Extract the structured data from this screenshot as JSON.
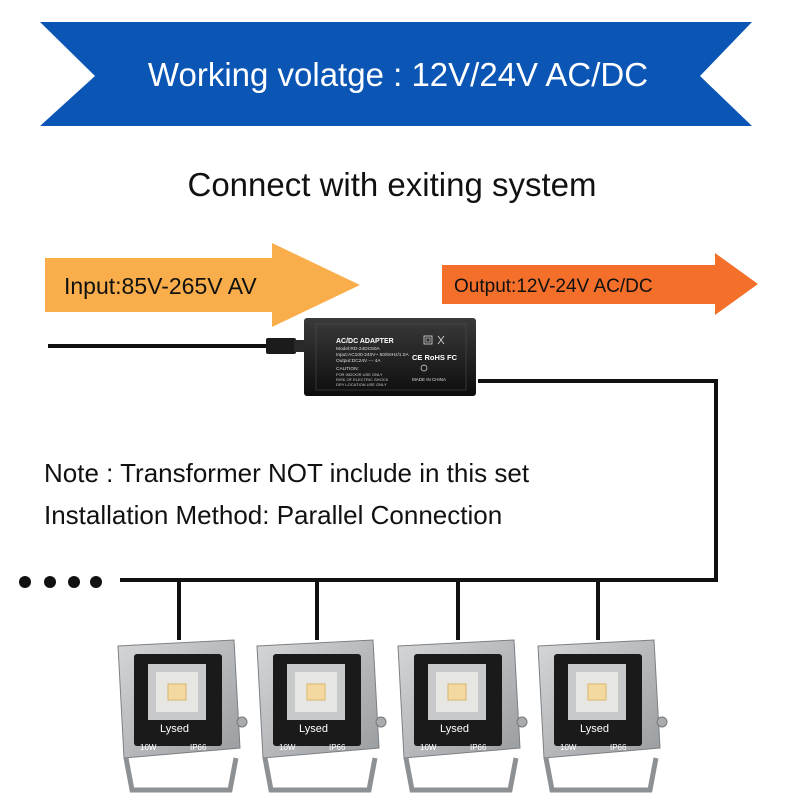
{
  "banner": {
    "text": "Working volatge : 12V/24V AC/DC",
    "color": "#0b55b4",
    "text_color": "#ffffff"
  },
  "subtitle": "Connect with exiting system",
  "input_arrow": {
    "text": "Input:85V-265V AV",
    "color": "#f9ae4b"
  },
  "output_arrow": {
    "text": "Output:12V-24V AC/DC",
    "color": "#f36f2a"
  },
  "adapter": {
    "lines": [
      "AC/DC ADAPTER",
      "Model:RD-24DC60A",
      "Input:AC100-240V~ 50/60Hz/1.0A",
      "Output:DC24V --- 4A",
      "CAUTION:",
      "FOR INDOOR USE ONLY",
      "RISK OF ELECTRIC SHOCK",
      "DRY LOCATION USE ONLY"
    ],
    "marks": "CE RoHS FC",
    "made_in": "MADE IN CHINA"
  },
  "notes": {
    "line1": "Note : Transformer NOT include in this set",
    "line2": "Installation Method: Parallel Connection"
  },
  "continuation_dots": "●●●●",
  "floodlights": [
    {
      "brand": "Lysed",
      "power": "10W",
      "rating": "IP66"
    },
    {
      "brand": "Lysed",
      "power": "10W",
      "rating": "IP66"
    },
    {
      "brand": "Lysed",
      "power": "10W",
      "rating": "IP66"
    },
    {
      "brand": "Lysed",
      "power": "10W",
      "rating": "IP66"
    }
  ],
  "colors": {
    "wire": "#111111",
    "light_housing": "#b9bcbf",
    "light_lens": "#1a1a1a",
    "led_chip": "#f3d9a0"
  }
}
